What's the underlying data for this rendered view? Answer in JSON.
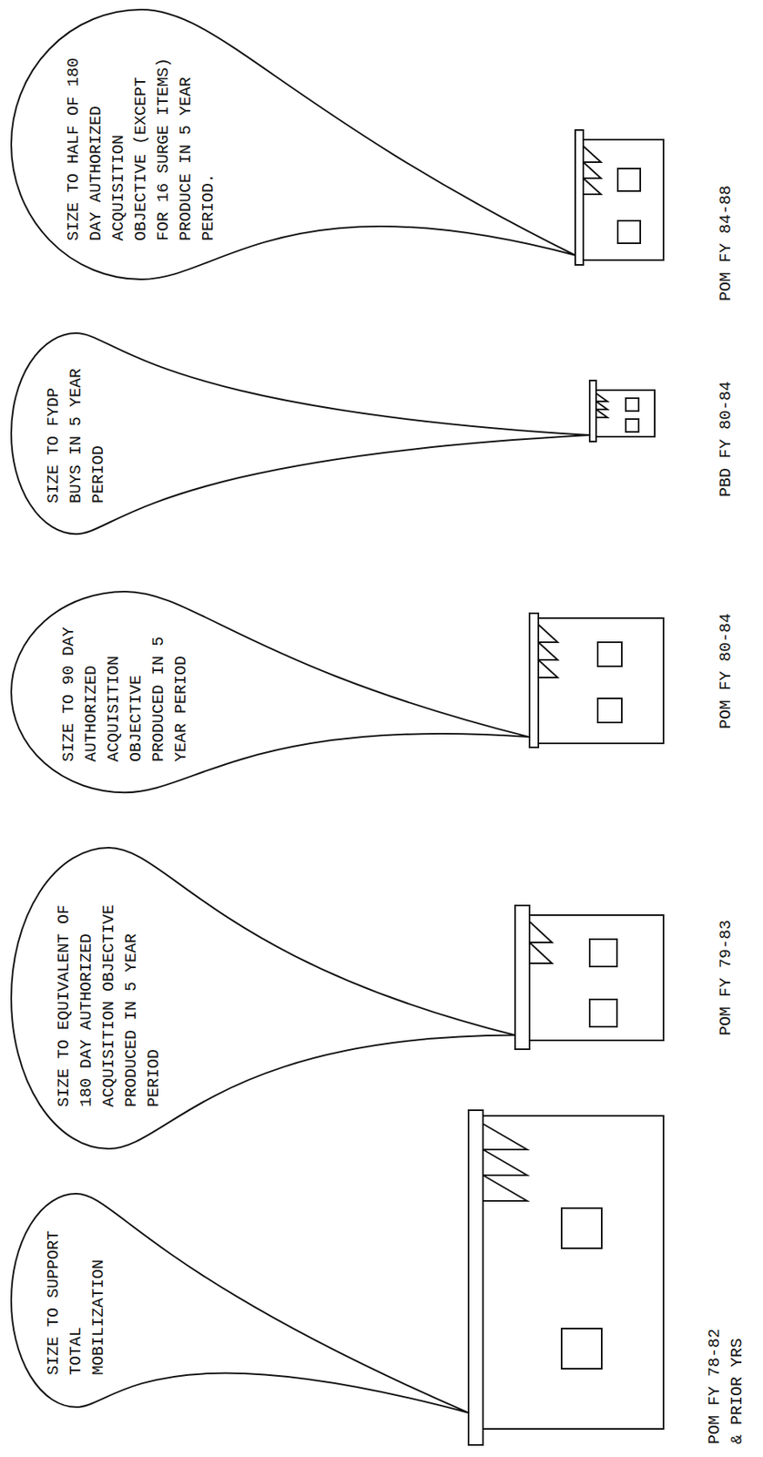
{
  "diagram": {
    "nodes": [
      {
        "text": [
          "SIZE TO SUPPORT TOTAL MOBILIZATION"
        ]
      },
      {
        "text": [
          "SIZE TO EQUIVALENT OF 180 DAY AUTHORIZED ACQUISITION OBJECTIVE PRODUCED IN 5 YEAR PERIOD"
        ]
      },
      {
        "text": [
          "SIZE TO 90 DAY AUTHORIZED ACQUISITION OBJECTIVE PRODUCED IN 5 YEAR PERIOD"
        ]
      },
      {
        "text": [
          "SIZE TO FYDP BUYS IN 5 YEAR PERIOD"
        ]
      },
      {
        "text": [
          "SIZE TO HALF OF 180 DAY AUTHORIZED ACQUISITION OBJECTIVE (EXCEPT FOR 16 SURGE ITEMS) PRODUCE IN 5 YEAR PERIOD."
        ]
      }
    ],
    "labels": [
      "POM FY 78-82 & PRIOR YRS",
      "POM FY 79-83",
      "POM FY 80-84",
      "PBD FY 80-84",
      "POM FY 84-88"
    ]
  }
}
